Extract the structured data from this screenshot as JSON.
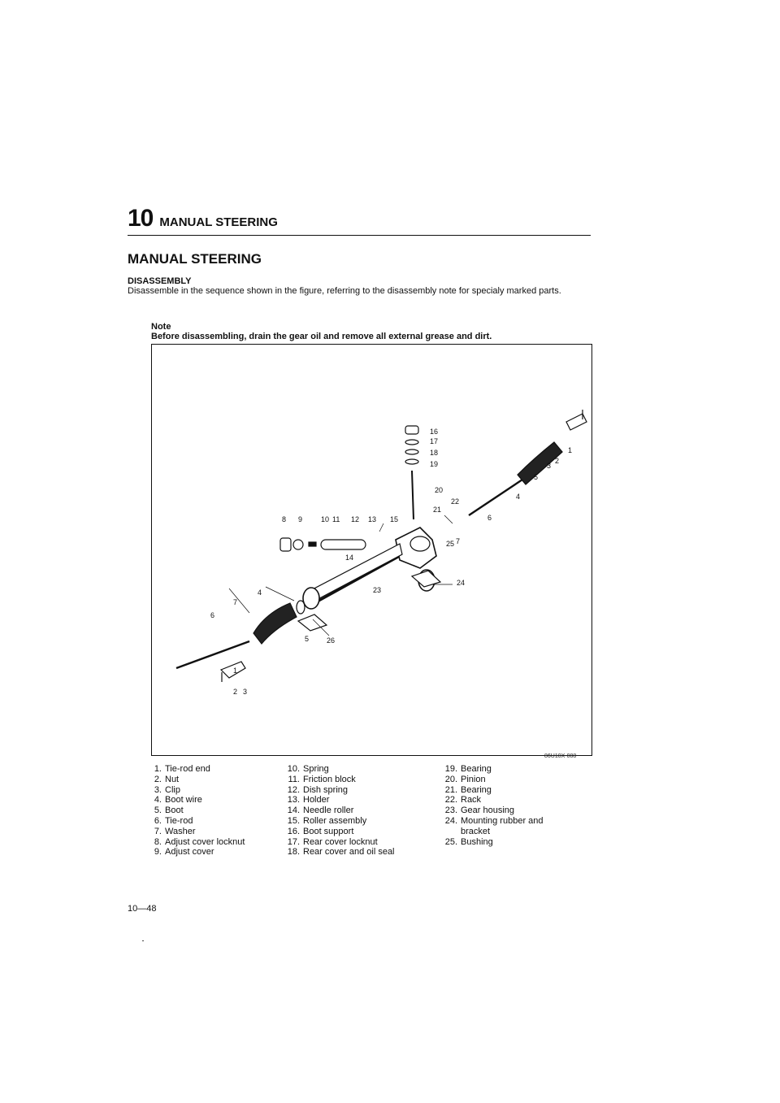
{
  "header": {
    "chapter_number": "10",
    "chapter_title": "MANUAL STEERING"
  },
  "section": {
    "title": "MANUAL STEERING",
    "subtitle": "DISASSEMBLY",
    "paragraph": "Disassemble in the sequence shown in the figure, referring to the disassembly note for specialy marked parts.",
    "note_label": "Note",
    "note_text": "Before disassembling, drain the gear oil and remove all external grease and dirt."
  },
  "figure": {
    "code": "86U10X-088",
    "callouts": [
      "1",
      "2",
      "3",
      "4",
      "5",
      "6",
      "7",
      "8",
      "9",
      "10",
      "11",
      "12",
      "13",
      "14",
      "15",
      "16",
      "17",
      "18",
      "19",
      "20",
      "21",
      "22",
      "23",
      "24",
      "25",
      "26"
    ]
  },
  "legend": {
    "col1": [
      {
        "n": "1.",
        "t": "Tie-rod end"
      },
      {
        "n": "2.",
        "t": "Nut"
      },
      {
        "n": "3.",
        "t": "Clip"
      },
      {
        "n": "4.",
        "t": "Boot wire"
      },
      {
        "n": "5.",
        "t": "Boot"
      },
      {
        "n": "6.",
        "t": "Tie-rod"
      },
      {
        "n": "7.",
        "t": "Washer"
      },
      {
        "n": "8.",
        "t": "Adjust cover locknut"
      },
      {
        "n": "9.",
        "t": "Adjust cover"
      }
    ],
    "col2": [
      {
        "n": "10.",
        "t": "Spring"
      },
      {
        "n": "11.",
        "t": "Friction block"
      },
      {
        "n": "12.",
        "t": "Dish spring"
      },
      {
        "n": "13.",
        "t": "Holder"
      },
      {
        "n": "14.",
        "t": "Needle roller"
      },
      {
        "n": "15.",
        "t": "Roller assembly"
      },
      {
        "n": "16.",
        "t": "Boot support"
      },
      {
        "n": "17.",
        "t": "Rear cover locknut"
      },
      {
        "n": "18.",
        "t": "Rear cover and oil seal"
      }
    ],
    "col3": [
      {
        "n": "19.",
        "t": "Bearing"
      },
      {
        "n": "20.",
        "t": "Pinion"
      },
      {
        "n": "21.",
        "t": "Bearing"
      },
      {
        "n": "22.",
        "t": "Rack"
      },
      {
        "n": "23.",
        "t": "Gear housing"
      },
      {
        "n": "24.",
        "t": "Mounting rubber and",
        "t2": "bracket"
      },
      {
        "n": "25.",
        "t": "Bushing"
      }
    ]
  },
  "footer": {
    "page_number": "10—48"
  }
}
